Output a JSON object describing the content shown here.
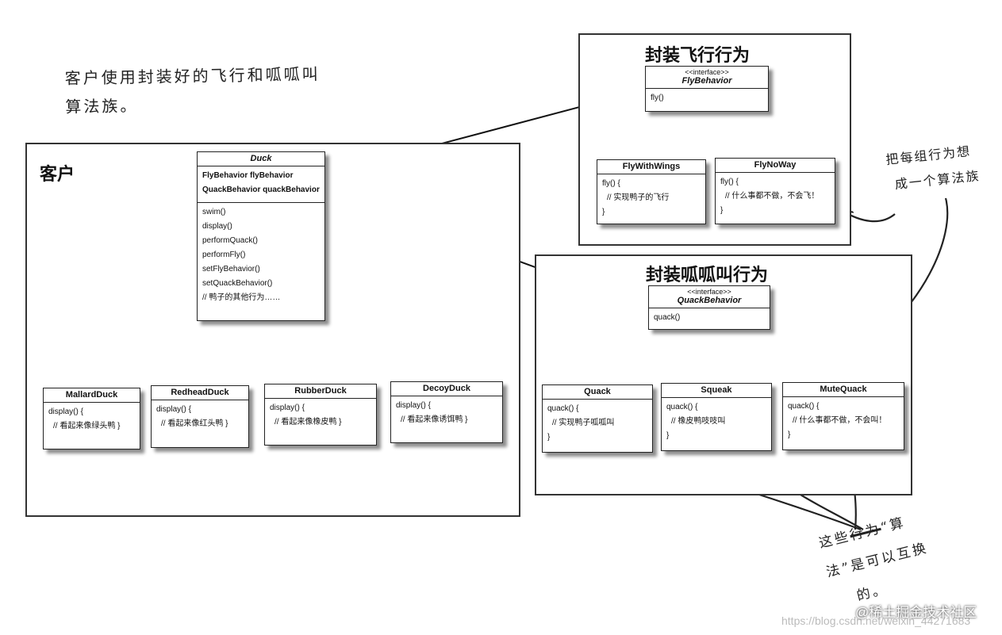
{
  "note_top": [
    "客户使用封装好的飞行和呱呱叫",
    "算法族。"
  ],
  "note_right": [
    "把每组行为想",
    "成一个算法族"
  ],
  "note_bottom": {
    "line1_a": "这些",
    "line1_struck": "行为",
    "line1_b": "“算",
    "line2": "法”是可以互换",
    "line3": "的。"
  },
  "client": {
    "title": "客户",
    "duck": {
      "name": "Duck",
      "fields": [
        "FlyBehavior flyBehavior",
        "QuackBehavior quackBehavior"
      ],
      "methods": [
        "swim()",
        "display()",
        "performQuack()",
        "performFly()",
        "setFlyBehavior()",
        "setQuackBehavior()",
        "// 鸭子的其他行为……"
      ]
    },
    "subclasses": [
      {
        "name": "MallardDuck",
        "lines": [
          "display() {",
          "// 看起来像绿头鸭 }"
        ]
      },
      {
        "name": "RedheadDuck",
        "lines": [
          "display() {",
          "// 看起来像红头鸭 }"
        ]
      },
      {
        "name": "RubberDuck",
        "lines": [
          "display() {",
          "// 看起来像橡皮鸭 }"
        ]
      },
      {
        "name": "DecoyDuck",
        "lines": [
          "display() {",
          "// 看起来像诱饵鸭 }"
        ]
      }
    ]
  },
  "fly_group": {
    "title": "封装飞行行为",
    "interface": {
      "stereotype": "<<interface>>",
      "name": "FlyBehavior",
      "methods": [
        "fly()"
      ]
    },
    "impls": [
      {
        "name": "FlyWithWings",
        "lines": [
          "fly() {",
          "// 实现鸭子的飞行",
          "}"
        ]
      },
      {
        "name": "FlyNoWay",
        "lines": [
          "fly() {",
          "// 什么事都不做，不会飞！",
          "}"
        ]
      }
    ]
  },
  "quack_group": {
    "title": "封装呱呱叫行为",
    "interface": {
      "stereotype": "<<interface>>",
      "name": "QuackBehavior",
      "methods": [
        "quack()"
      ]
    },
    "impls": [
      {
        "name": "Quack",
        "lines": [
          "quack() {",
          "// 实现鸭子呱呱叫",
          "}"
        ]
      },
      {
        "name": "Squeak",
        "lines": [
          "quack() {",
          "// 橡皮鸭吱吱叫",
          "}"
        ]
      },
      {
        "name": "MuteQuack",
        "lines": [
          "quack() {",
          "// 什么事都不做，不会叫！",
          "}"
        ]
      }
    ]
  },
  "watermark": {
    "url": "https://blog.csdn.net/weixin_44271683",
    "brand": "@稀土掘金技术社区"
  }
}
